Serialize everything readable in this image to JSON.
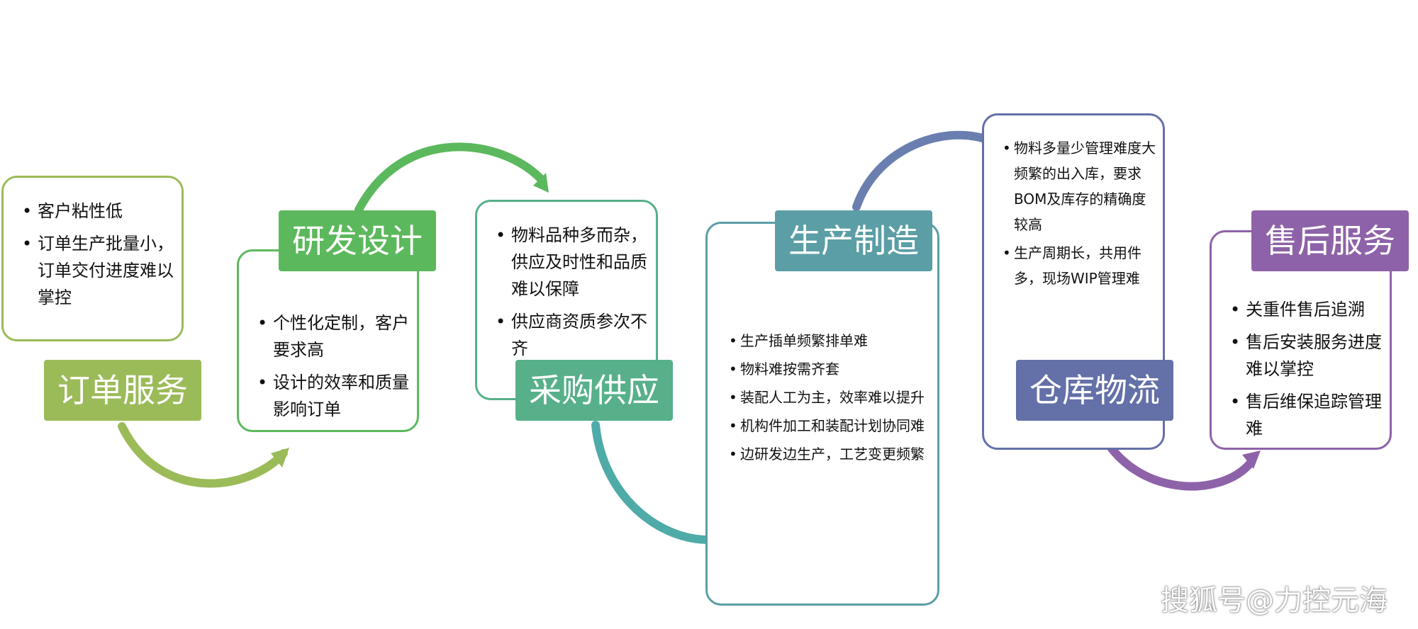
{
  "stages": [
    {
      "label": "订单服务",
      "color": "#9BBB59",
      "items": [
        "客户粘性低",
        "订单生产批量小，订单交付进度难以掌控"
      ]
    },
    {
      "label": "研发设计",
      "color": "#5CB85C",
      "items": [
        "个性化定制，客户要求高",
        "设计的效率和质量影响订单"
      ]
    },
    {
      "label": "采购供应",
      "color": "#57B08A",
      "items": [
        "物料品种多而杂，供应及时性和品质难以保障",
        "供应商资质参次不齐"
      ]
    },
    {
      "label": "生产制造",
      "color": "#5B9EA6",
      "items": [
        "生产插单频繁排单难",
        "物料难按需齐套",
        "装配人工为主，效率难以提升",
        "机构件加工和装配计划协同难",
        "边研发边生产，工艺变更频繁"
      ]
    },
    {
      "label": "仓库物流",
      "color": "#6470A8",
      "items": [
        "物料多量少管理难度大频繁的出入库，要求BOM及库存的精确度较高",
        "生产周期长，共用件多，现场WIP管理难"
      ]
    },
    {
      "label": "售后服务",
      "color": "#8E62A8",
      "items": [
        "关重件售后追溯",
        "售后安装服务进度难以掌控",
        "售后维保追踪管理难"
      ]
    }
  ],
  "watermark": "搜狐号@力控元海"
}
